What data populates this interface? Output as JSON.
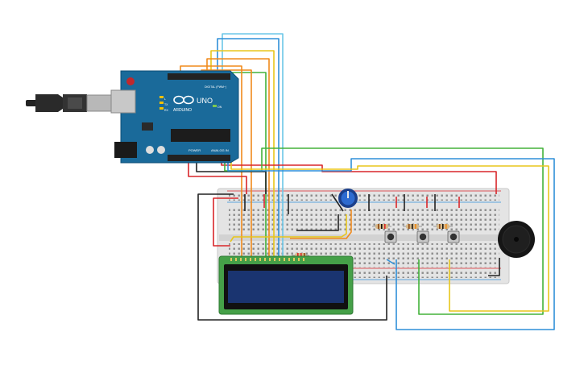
{
  "arduino": {
    "logo": "ARDUINO",
    "model": "UNO",
    "digital_label": "DIGITAL (PWM~)",
    "power_label": "POWER",
    "analog_label": "ANALOG IN",
    "tx_label": "TX",
    "rx_label": "RX",
    "l_label": "L",
    "on_label": "ON"
  },
  "colors": {
    "wire_black": "#222222",
    "wire_red": "#d9262a",
    "wire_orange": "#f08a1c",
    "wire_yellow": "#e8c61b",
    "wire_green": "#43b23a",
    "wire_blue": "#2f8fd8",
    "wire_cyan": "#6cc7e8",
    "board_blue": "#1a6a9a",
    "breadboard": "#e4e4e4",
    "lcd_green": "#45a048",
    "lcd_screen": "#1a3470",
    "buzzer": "#111111",
    "pot_blue": "#2458b8",
    "button": "#6e6e6e"
  },
  "components": [
    {
      "name": "usb-cable",
      "icon": "usb-plug-icon"
    },
    {
      "name": "arduino-uno",
      "icon": "microcontroller-icon"
    },
    {
      "name": "breadboard",
      "icon": "breadboard-icon"
    },
    {
      "name": "lcd-16x2",
      "icon": "lcd-icon"
    },
    {
      "name": "potentiometer",
      "icon": "knob-icon"
    },
    {
      "name": "push-button",
      "count": 3,
      "icon": "button-icon"
    },
    {
      "name": "resistor",
      "count": 4,
      "icon": "resistor-icon"
    },
    {
      "name": "piezo-buzzer",
      "icon": "buzzer-icon"
    }
  ]
}
